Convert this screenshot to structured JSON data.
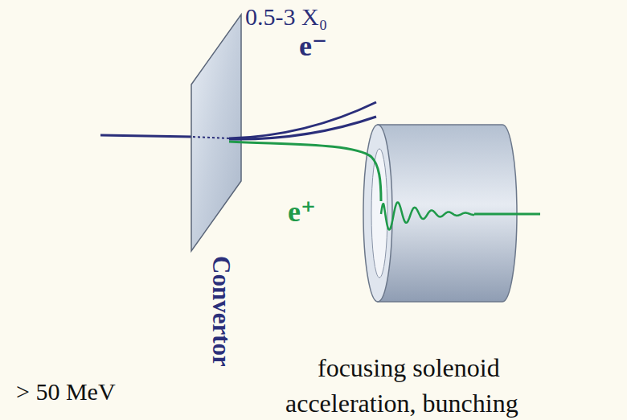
{
  "diagram": {
    "labels": [
      "0.5-3 X₀",
      "e⁻",
      "e⁺",
      "Convertor",
      "> 50 MeV",
      "focusing solenoid",
      "acceleration, bunching"
    ]
  }
}
